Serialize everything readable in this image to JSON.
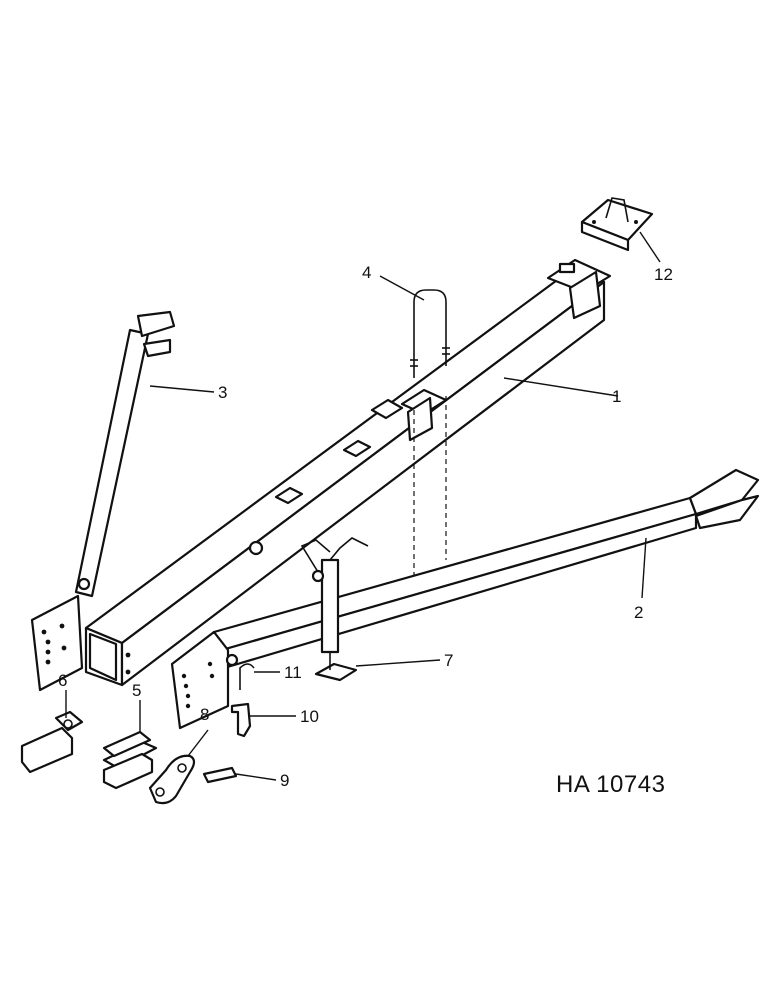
{
  "diagram": {
    "reference": "HA 10743",
    "callouts": [
      "1",
      "2",
      "3",
      "4",
      "5",
      "6",
      "7",
      "8",
      "9",
      "10",
      "11",
      "12"
    ]
  }
}
